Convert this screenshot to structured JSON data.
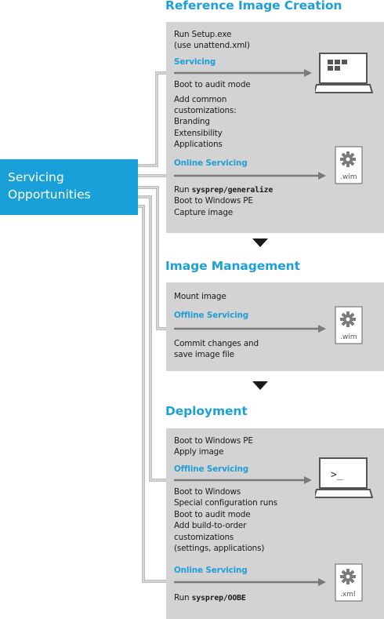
{
  "source": {
    "line1": "Servicing",
    "line2": "Opportunities"
  },
  "sections": {
    "reference": {
      "title": "Reference Image Creation",
      "run_setup_1": "Run Setup.exe",
      "run_setup_2": "(use unattend.xml)",
      "servicing_label": "Servicing",
      "boot_audit": "Boot to audit mode",
      "add_common_1": "Add common",
      "add_common_2": "customizations:",
      "branding": "Branding",
      "extensibility": "Extensibility",
      "applications": "Applications",
      "online_servicing_label": "Online Servicing",
      "run_prefix": "Run",
      "sysprep_cmd": "sysprep/generalize",
      "boot_pe": "Boot to Windows PE",
      "capture": "Capture image",
      "wim_ext": ".wim"
    },
    "management": {
      "title": "Image Management",
      "mount": "Mount image",
      "offline_servicing_label": "Offline Servicing",
      "commit_1": "Commit changes and",
      "commit_2": "save image file",
      "wim_ext": ".wim"
    },
    "deployment": {
      "title": "Deployment",
      "boot_pe": "Boot to Windows PE",
      "apply": "Apply image",
      "offline_servicing_label": "Offline Servicing",
      "boot_windows": "Boot to Windows",
      "special_config": "Special configuration runs",
      "boot_audit": "Boot to audit mode",
      "add_bto_1": "Add build-to-order",
      "add_bto_2": "customizations",
      "add_bto_3": "(settings, applications)",
      "online_servicing_label": "Online Servicing",
      "run_prefix": "Run",
      "sysprep_cmd": "sysprep/OOBE",
      "prompt": ">_",
      "xml_ext": ".xml"
    }
  },
  "colors": {
    "accent": "#1e9fd8",
    "panel": "#d3d3d3",
    "connector": "#a3a3a3",
    "arrow": "#7a7a7a",
    "triangle": "#1a1a1a"
  },
  "icons": {
    "reference_servicing": "laptop-windows-icon",
    "reference_online": "wim-file-gear-icon",
    "management_offline": "wim-file-gear-icon",
    "deployment_offline": "laptop-terminal-icon",
    "deployment_online": "xml-file-gear-icon",
    "flow": "down-triangle-icon"
  }
}
